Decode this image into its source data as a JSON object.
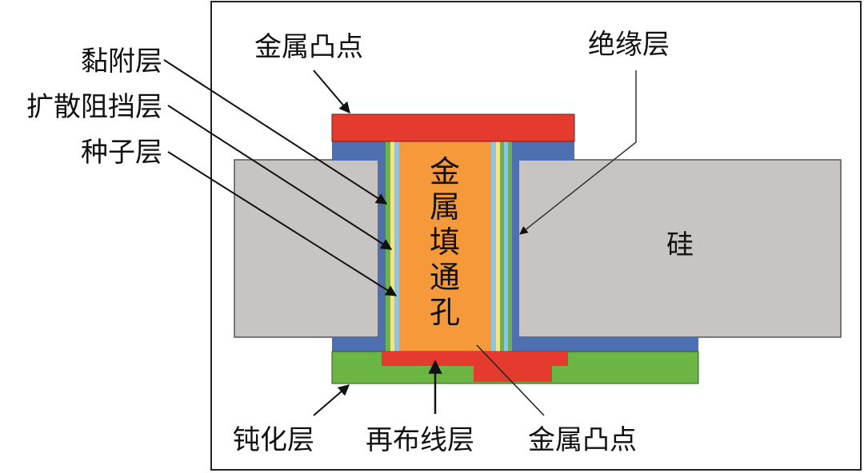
{
  "labels": {
    "adhesion_layer": "黏附层",
    "diffusion_barrier_layer": "扩散阻挡层",
    "seed_layer": "种子层",
    "metal_bump_top": "金属凸点",
    "insulation_layer": "绝缘层",
    "silicon": "硅",
    "metal_fill_via": [
      "金",
      "属",
      "填",
      "通",
      "孔"
    ],
    "passivation_layer": "钝化层",
    "redistribution_layer": "再布线层",
    "metal_bump_bottom": "金属凸点"
  },
  "colors": {
    "silicon": "#c8c4c3",
    "insulation": "#4f6fb3",
    "metal_bump": "#e53a2e",
    "metal_fill": "#f5993a",
    "passivation": "#6bb545",
    "liner_green": "#6bb545",
    "liner_yellow": "#f3e48a",
    "liner_blue": "#8ec5e6",
    "frame": "#222222"
  }
}
